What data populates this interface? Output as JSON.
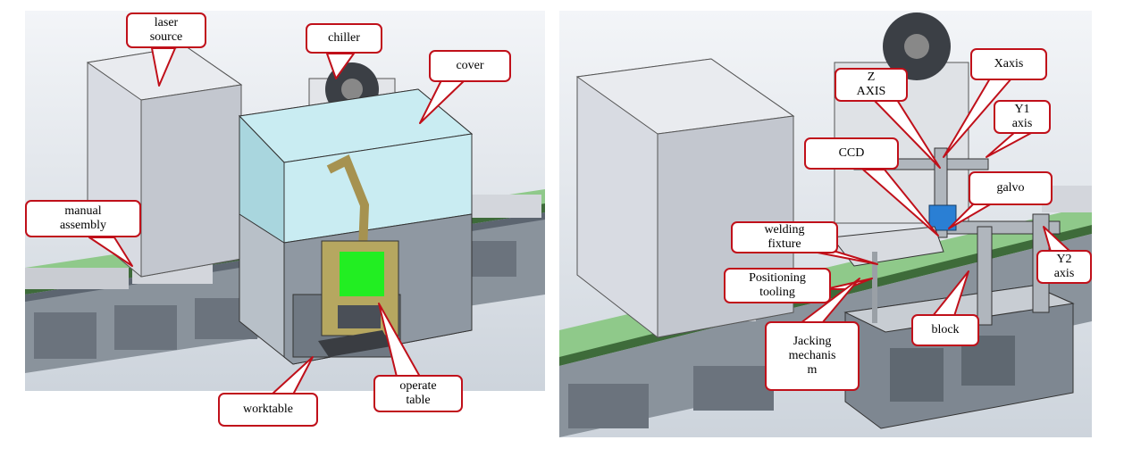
{
  "figure": {
    "left_panel": {
      "labels": {
        "laser_source": "laser\nsource",
        "chiller": "chiller",
        "cover": "cover",
        "manual_assembly": "manual\nassembly",
        "worktable": "worktable",
        "operate_table": "operate\ntable"
      }
    },
    "right_panel": {
      "labels": {
        "z_axis": "Z\nAXIS",
        "x_axis": "Xaxis",
        "y1_axis": "Y1\naxis",
        "ccd": "CCD",
        "galvo": "galvo",
        "welding_fixture": "welding\nfixture",
        "positioning_tooling": "Positioning\ntooling",
        "y2_axis": "Y2\naxis",
        "block": "block",
        "jacking_mechanism": "Jacking\nmechanis\nm"
      }
    },
    "colors": {
      "callout_border": "#c0101a",
      "background": "#dde3ea",
      "machine_frame": "#9aa3ad",
      "panel_light_blue": "#c9ecf2",
      "conveyor_green": "#8fc98a",
      "screen_green": "#22ee22",
      "galvo_blue": "#2a7fd4",
      "laser_box": "#d8dbe2"
    }
  }
}
